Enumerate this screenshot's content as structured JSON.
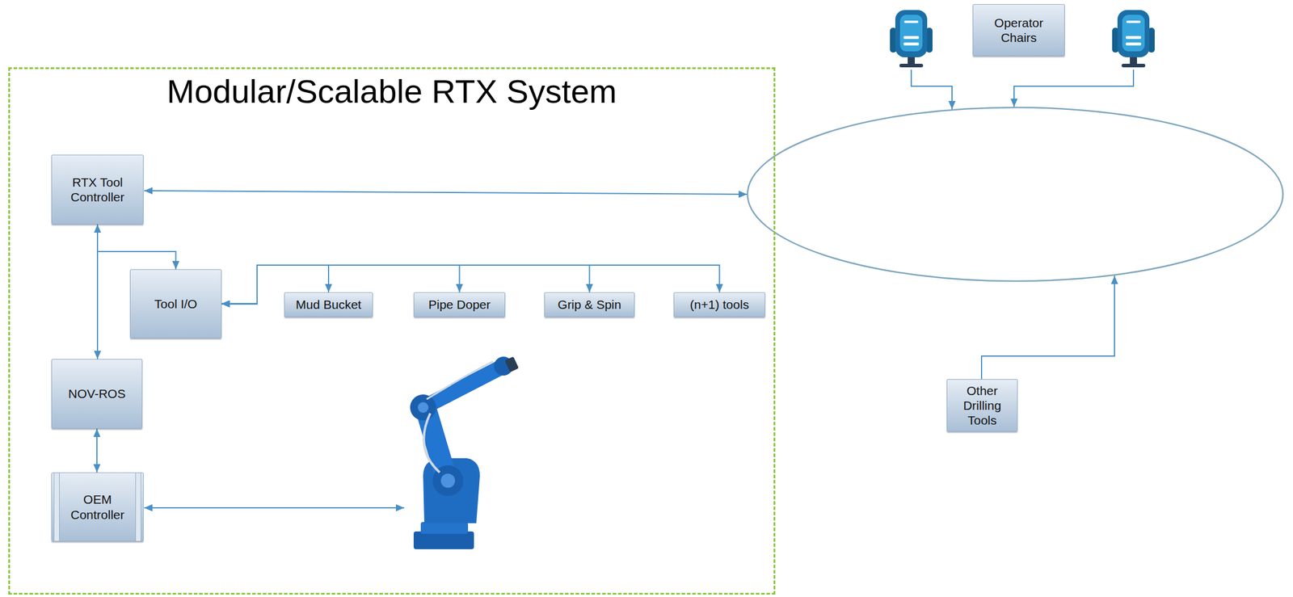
{
  "diagram": {
    "nodes": [
      {
        "text": [
          "Modular/Scalable RTX System"
        ]
      },
      {
        "text": [
          "RTX Tool Controller"
        ],
        "in": 0
      },
      {
        "text": [
          "Tool I/O"
        ],
        "in": 0
      },
      {
        "text": [
          "Mud Bucket"
        ],
        "in": 0
      },
      {
        "text": [
          "Pipe Doper"
        ],
        "in": 0
      },
      {
        "text": [
          "Grip & Spin"
        ],
        "in": 0
      },
      {
        "text": [
          "(n+1) tools"
        ],
        "in": 0
      },
      {
        "text": [
          "NOV-ROS"
        ],
        "in": 0
      },
      {
        "text": [
          "OEM Controller"
        ],
        "in": 0
      },
      {
        "text": [
          "Operator Chairs"
        ]
      },
      {
        "text": [
          "Other Drilling Tools"
        ]
      }
    ],
    "edges": [
      {
        "from": 1,
        "to": 2,
        "arrow": "to"
      },
      {
        "from": 1,
        "to": 7,
        "arrow": "both"
      },
      {
        "from": 2,
        "to": 3,
        "arrow": "both"
      },
      {
        "from": 2,
        "to": 4,
        "arrow": "both"
      },
      {
        "from": 2,
        "to": 5,
        "arrow": "both"
      },
      {
        "from": 2,
        "to": 6,
        "arrow": "both"
      },
      {
        "from": 7,
        "to": 8,
        "arrow": "both"
      }
    ]
  }
}
